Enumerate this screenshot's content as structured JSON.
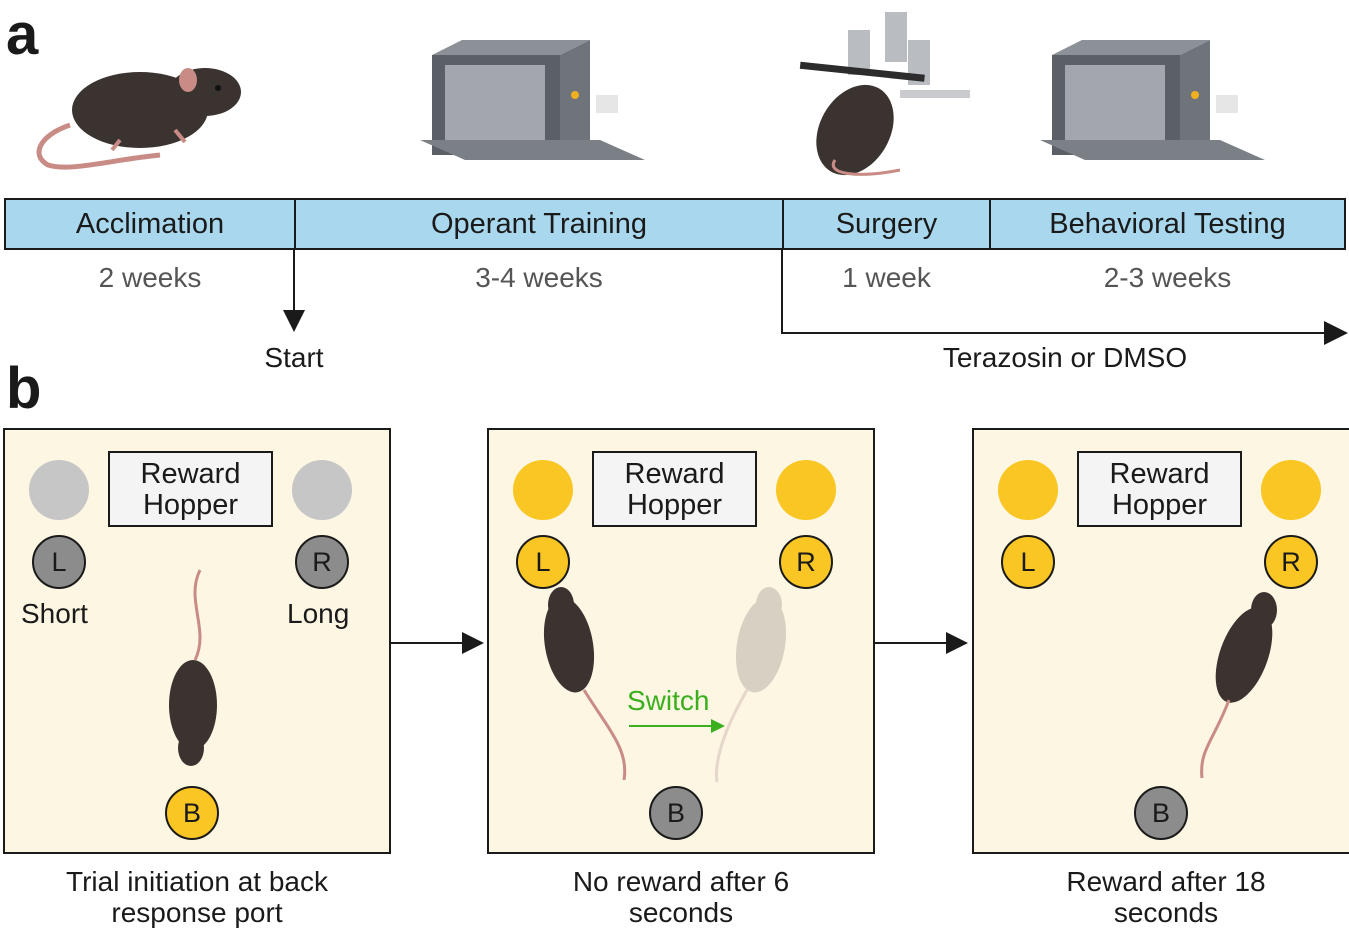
{
  "panel_a": {
    "letter": "a",
    "phases": [
      {
        "label": "Acclimation",
        "duration": "2 weeks"
      },
      {
        "label": "Operant Training",
        "duration": "3-4 weeks"
      },
      {
        "label": "Surgery",
        "duration": "1 week"
      },
      {
        "label": "Behavioral Testing",
        "duration": "2-3 weeks"
      }
    ],
    "start_label": "Start",
    "treatment_label": "Terazosin or DMSO"
  },
  "panel_b": {
    "letter": "b",
    "boxes": [
      {
        "hopper_line1": "Reward",
        "hopper_line2": "Hopper",
        "left_port": "L",
        "right_port": "R",
        "back_port": "B",
        "left_label": "Short",
        "right_label": "Long",
        "caption_line1": "Trial initiation at back",
        "caption_line2": "response port"
      },
      {
        "hopper_line1": "Reward",
        "hopper_line2": "Hopper",
        "left_port": "L",
        "right_port": "R",
        "back_port": "B",
        "switch_label": "Switch",
        "caption_line1": "No reward after 6",
        "caption_line2": "seconds"
      },
      {
        "hopper_line1": "Reward",
        "hopper_line2": "Hopper",
        "left_port": "L",
        "right_port": "R",
        "back_port": "B",
        "caption_line1": "Reward after 18",
        "caption_line2": "seconds"
      }
    ]
  },
  "colors": {
    "timeline_fill": "#a9d8ee",
    "box_fill": "#fdf6e3",
    "light_on": "#f9c623",
    "light_off": "#c6c6c6",
    "port_active": "#f9c623",
    "port_inactive": "#8c8c8c",
    "switch_green": "#3ab01e",
    "mouse": "#3a3330"
  },
  "icons": [
    "mouse-side-icon",
    "operant-chamber-icon",
    "stereotaxic-frame-icon",
    "mouse-top-icon"
  ]
}
